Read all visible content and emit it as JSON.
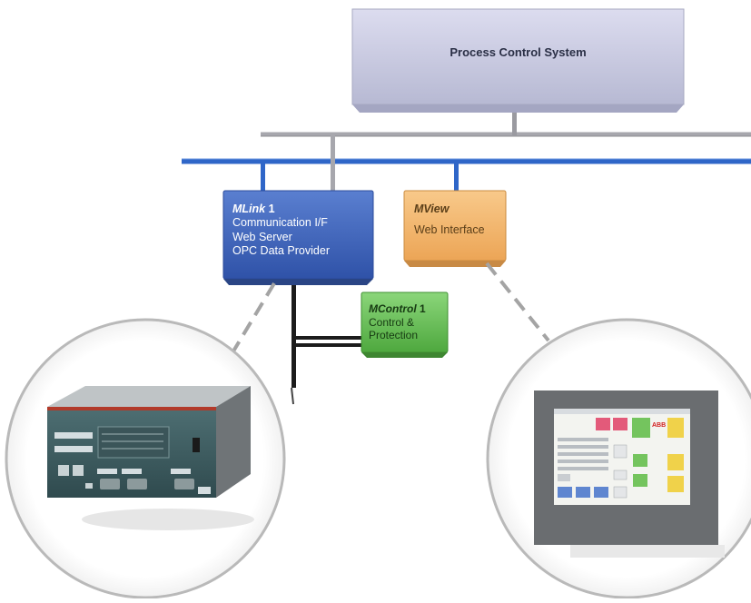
{
  "nodes": {
    "pcs": {
      "label": "Process Control System"
    },
    "mlink": {
      "title_prefix": "MLink",
      "title_suffix": "1",
      "lines": [
        "Communication I/F",
        "Web Server",
        "OPC Data Provider"
      ]
    },
    "mview": {
      "title_prefix": "MView",
      "lines": [
        "Web Interface"
      ]
    },
    "mcontrol": {
      "title_prefix": "MControl",
      "title_suffix": "1",
      "lines": [
        "Control &",
        "Protection"
      ]
    }
  },
  "colors": {
    "pcs_box": "#c9cbe0",
    "mlink_box": "#3f63b8",
    "mview_box": "#f2b56a",
    "mcontrol_box": "#6cc25a",
    "bus_blue": "#2f66c8",
    "bus_gray": "#9a9aa0",
    "circle_border": "#b9b9b9"
  },
  "icons": {
    "left_circle": "mlink-hardware-device-icon",
    "right_circle": "touch-panel-hmi-icon"
  }
}
